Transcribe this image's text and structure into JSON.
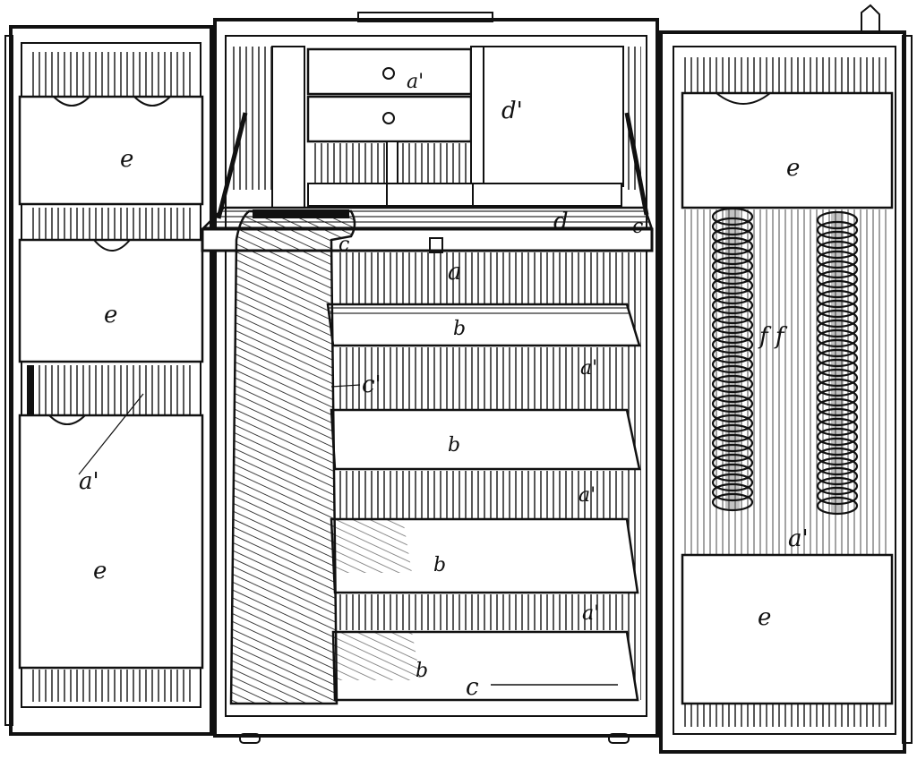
{
  "diagram": {
    "labels": {
      "left_panel_1": "e",
      "left_panel_2": "e",
      "left_panel_3": "e",
      "left_a_prime": "a'",
      "top_drawer_a_prime": "a'",
      "top_compartment_d_prime": "d'",
      "desk_flap_d": "d",
      "desk_flap_c_left": "c",
      "desk_flap_c_right": "c",
      "cabinet_a": "a",
      "shelf_1": "b",
      "shelf_2": "b",
      "shelf_3": "b",
      "shelf_4": "b",
      "curtain_c_prime": "c'",
      "shelf_support_1": "a'",
      "shelf_support_2": "a'",
      "shelf_support_3": "a'",
      "base_c": "c",
      "right_panel_top": "e",
      "right_panel_bottom": "e",
      "right_rings": "f f",
      "right_a_prime": "a'"
    },
    "colors": {
      "ink": "#111111",
      "paper": "#ffffff"
    }
  }
}
